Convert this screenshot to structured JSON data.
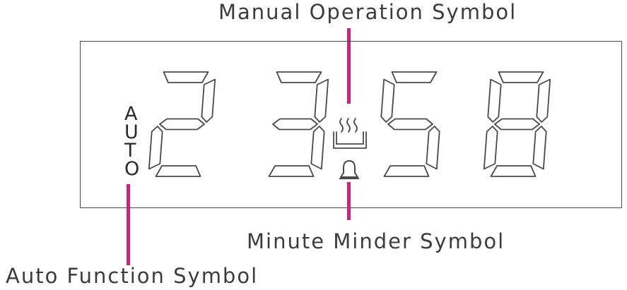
{
  "callouts": {
    "manual_operation": "Manual Operation Symbol",
    "minute_minder": "Minute Minder Symbol",
    "auto_function": "Auto Function Symbol"
  },
  "display": {
    "digits": [
      "2",
      "3",
      "5",
      "8"
    ],
    "auto_letters": [
      "A",
      "U",
      "T",
      "O"
    ],
    "manual_icon": "steaming-pot-icon",
    "minder_icon": "bell-icon"
  },
  "colors": {
    "leader_line": "#d61e7f",
    "segment_outline": "#4a4a4a",
    "text": "#3c3c3c"
  }
}
